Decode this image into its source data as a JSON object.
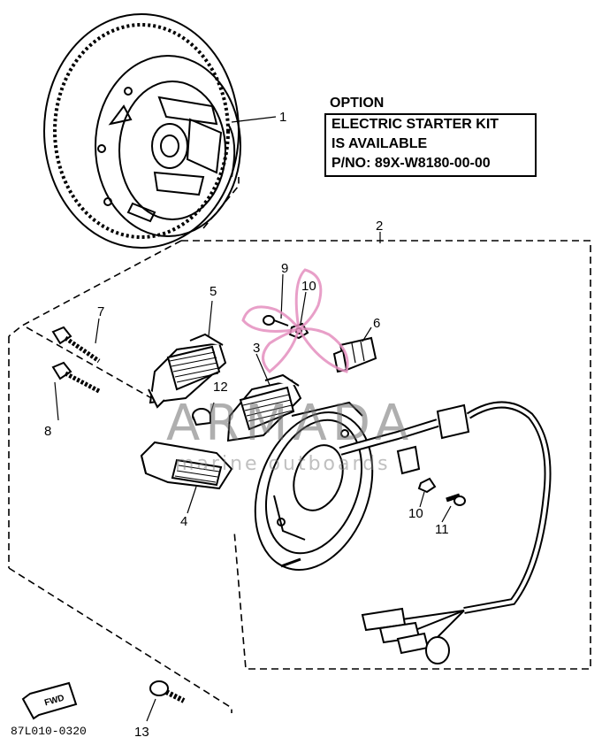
{
  "option_box": {
    "title": "OPTION",
    "lines": [
      "ELECTRIC STARTER KIT",
      "IS AVAILABLE",
      "P/NO: 89X-W8180-00-00"
    ]
  },
  "callouts": {
    "c1": "1",
    "c2": "2",
    "c3": "3",
    "c4": "4",
    "c5": "5",
    "c6": "6",
    "c7": "7",
    "c8": "8",
    "c9": "9",
    "c10a": "10",
    "c10b": "10",
    "c11": "11",
    "c12": "12",
    "c13": "13"
  },
  "fwd_label": "FWD",
  "reference_code": "87L010-0320",
  "watermark": {
    "brand": "ARMADA",
    "tagline": "marine outboards"
  },
  "colors": {
    "ink": "#000000",
    "watermark_logo": "#e58fbf",
    "watermark_text": "#777777"
  }
}
